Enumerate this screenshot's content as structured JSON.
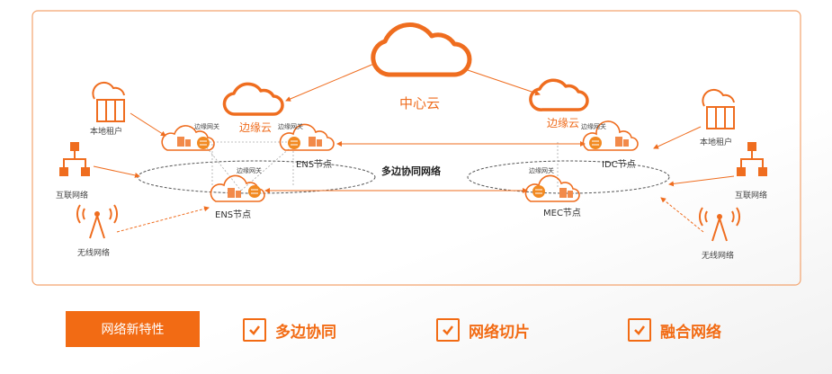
{
  "diagram": {
    "center_cloud": "中心云",
    "edge_cloud_left": "边缘云",
    "edge_cloud_right": "边缘云",
    "gateway": "边缘网关",
    "network_label": "多边协同网络",
    "node_ens_top": "ENS节点",
    "node_idc": "IDC节点",
    "node_ens_bottom": "ENS节点",
    "node_mec": "MEC节点",
    "left": {
      "tenant": "本地租户",
      "internet": "互联网络",
      "wireless": "无线网络"
    },
    "right": {
      "tenant": "本地租户",
      "internet": "互联网络",
      "wireless": "无线网络"
    },
    "colors": {
      "accent": "#f26b14",
      "dark": "#444444"
    }
  },
  "features": {
    "title": "网络新特性",
    "items": [
      {
        "label": "多边协同",
        "icon": "check-icon"
      },
      {
        "label": "网络切片",
        "icon": "check-icon"
      },
      {
        "label": "融合网络",
        "icon": "check-icon"
      }
    ]
  }
}
